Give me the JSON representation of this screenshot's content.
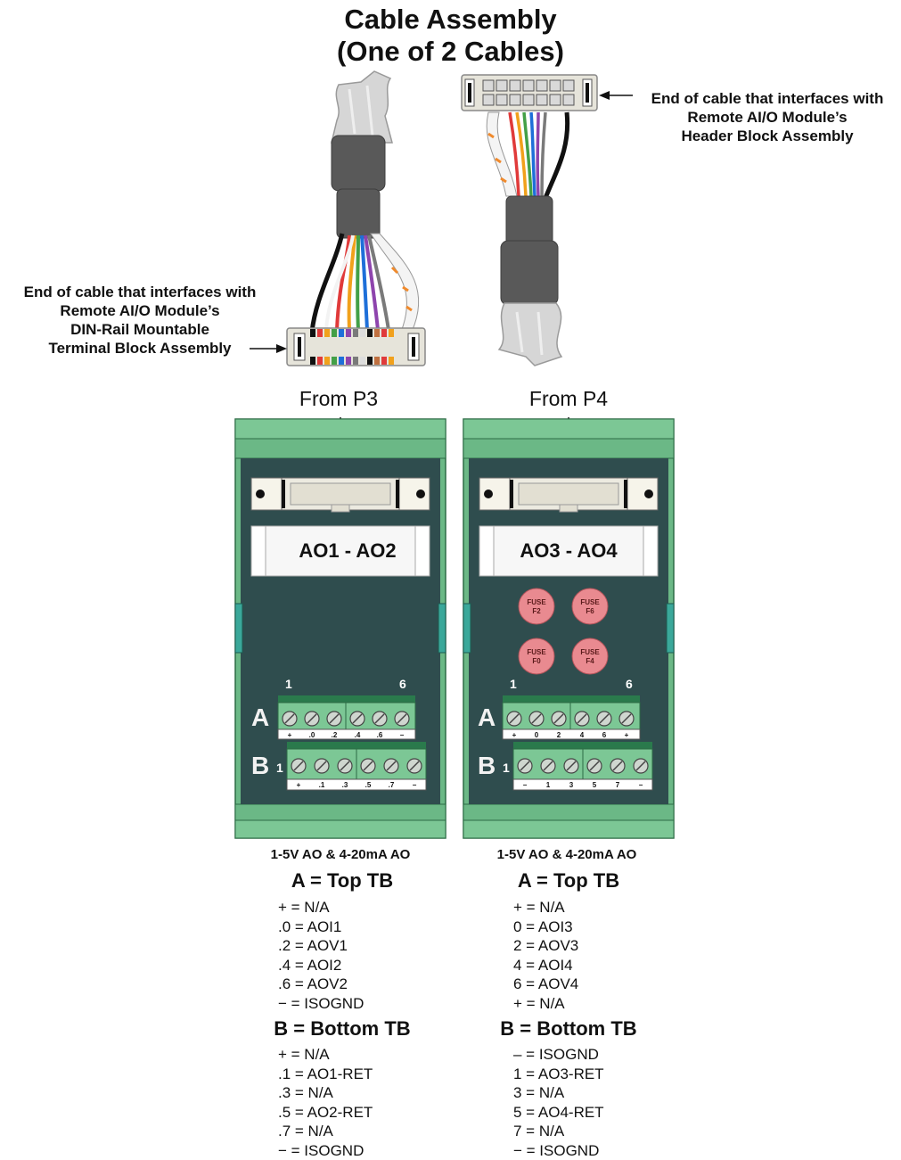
{
  "title": {
    "line1": "Cable Assembly",
    "line2": "(One of 2 Cables)"
  },
  "callouts": {
    "header_end": [
      "End of cable that interfaces with",
      "Remote AI/O Module’s",
      "Header Block Assembly"
    ],
    "terminal_end": [
      "End of cable that interfaces with",
      "Remote AI/O Module’s",
      "DIN-Rail Mountable",
      "Terminal Block Assembly"
    ]
  },
  "modules": [
    {
      "from": "From P3",
      "plate": "AO1 - AO2",
      "fuses": [],
      "pin_first": "1",
      "pin_last": "6",
      "row_a_letter": "A",
      "row_b_letter": "B",
      "row_b_pin": "1",
      "top_terminals": [
        "+",
        ".0",
        ".2",
        ".4",
        ".6",
        "−"
      ],
      "bottom_terminals": [
        "+",
        ".1",
        ".3",
        ".5",
        ".7",
        "−"
      ],
      "caption": "1-5V AO & 4-20mA AO",
      "top_heading": "A = Top TB",
      "top_legend": [
        "+ = N/A",
        ".0 = AOI1",
        ".2 = AOV1",
        ".4 = AOI2",
        ".6 = AOV2",
        "− = ISOGND"
      ],
      "bottom_heading": "B = Bottom TB",
      "bottom_legend": [
        "+ = N/A",
        ".1 = AO1-RET",
        ".3 = N/A",
        ".5 = AO2-RET",
        ".7 = N/A",
        "− = ISOGND"
      ]
    },
    {
      "from": "From P4",
      "plate": "AO3 - AO4",
      "fuses": [
        {
          "line1": "FUSE",
          "line2": "F2"
        },
        {
          "line1": "FUSE",
          "line2": "F6"
        },
        {
          "line1": "FUSE",
          "line2": "F0"
        },
        {
          "line1": "FUSE",
          "line2": "F4"
        }
      ],
      "pin_first": "1",
      "pin_last": "6",
      "row_a_letter": "A",
      "row_b_letter": "B",
      "row_b_pin": "1",
      "top_terminals": [
        "+",
        "0",
        "2",
        "4",
        "6",
        "+"
      ],
      "bottom_terminals": [
        "−",
        "1",
        "3",
        "5",
        "7",
        "−"
      ],
      "caption": "1-5V AO & 4-20mA AO",
      "top_heading": "A = Top TB",
      "top_legend": [
        "+ = N/A",
        "0 = AOI3",
        "2 = AOV3",
        "4 = AOI4",
        "6 = AOV4",
        "+ = N/A"
      ],
      "bottom_heading": "B = Bottom TB",
      "bottom_legend": [
        "– = ISOGND",
        "1 = AO3-RET",
        "3 = N/A",
        "5 = AO4-RET",
        "7 = N/A",
        "− = ISOGND"
      ]
    }
  ],
  "colors": {
    "board": "#2f4d4e",
    "rail": "#6bb886",
    "fuse": "#e98a90",
    "terminal": "#7cc795",
    "connector": "#eceae0",
    "cable_jacket": "#595959",
    "cable_outer": "#d2d2d2"
  }
}
